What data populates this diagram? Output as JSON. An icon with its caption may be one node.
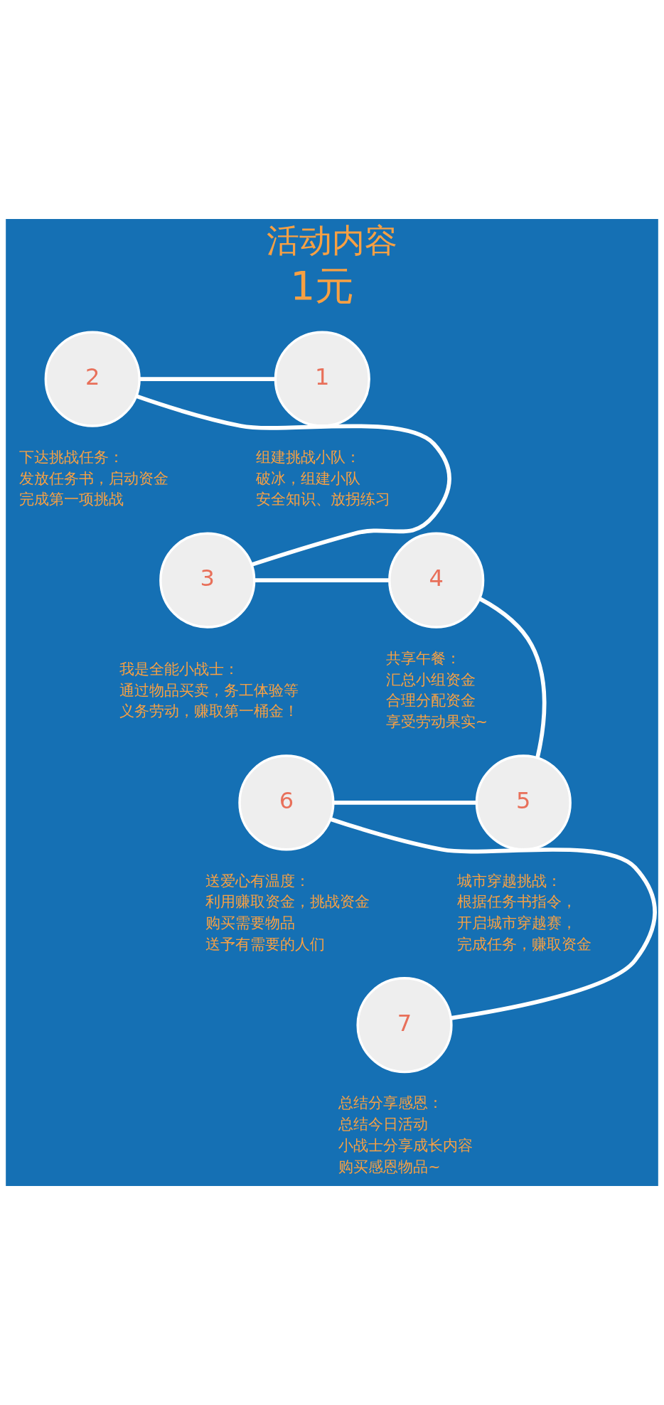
{
  "diagram": {
    "title": "活动内容",
    "nodes": [
      {
        "text": [
          "1"
        ],
        "beside": [
          "组建挑战小队：",
          "破冰，组建小队",
          "安全知识、放拐练习"
        ]
      },
      {
        "text": [
          "2"
        ],
        "beside": [
          "下达挑战任务：",
          "发放任务书，启动资金",
          "完成第一项挑战"
        ]
      },
      {
        "text": [
          "3"
        ],
        "beside": [
          "我是全能小战士：",
          "通过物品买卖，务工体验等",
          "义务劳动，赚取第一桶金！"
        ]
      },
      {
        "text": [
          "4"
        ],
        "beside": [
          "共享午餐：",
          "汇总小组资金",
          "合理分配资金",
          "享受劳动果实~"
        ]
      },
      {
        "text": [
          "5"
        ],
        "beside": [
          "城市穿越挑战：",
          "根据任务书指令，",
          "开启城市穿越赛，",
          "完成任务，赚取资金"
        ]
      },
      {
        "text": [
          "6"
        ],
        "beside": [
          "送爱心有温度：",
          "利用赚取资金，挑战资金",
          "购买需要物品",
          "送予有需要的人们"
        ]
      },
      {
        "text": [
          "7"
        ],
        "beside": [
          "总结分享感恩：",
          "总结今日活动",
          "小战士分享成长内容",
          "购买感恩物品~"
        ]
      }
    ],
    "edges": [
      {
        "from": 0,
        "to": 1,
        "arrow": "none"
      },
      {
        "from": 1,
        "to": 2,
        "arrow": "none"
      },
      {
        "from": 2,
        "to": 3,
        "arrow": "none"
      },
      {
        "from": 3,
        "to": 4,
        "arrow": "none"
      },
      {
        "from": 4,
        "to": 5,
        "arrow": "none"
      },
      {
        "from": 5,
        "to": 6,
        "arrow": "none"
      }
    ],
    "labels": [
      "1元"
    ]
  }
}
